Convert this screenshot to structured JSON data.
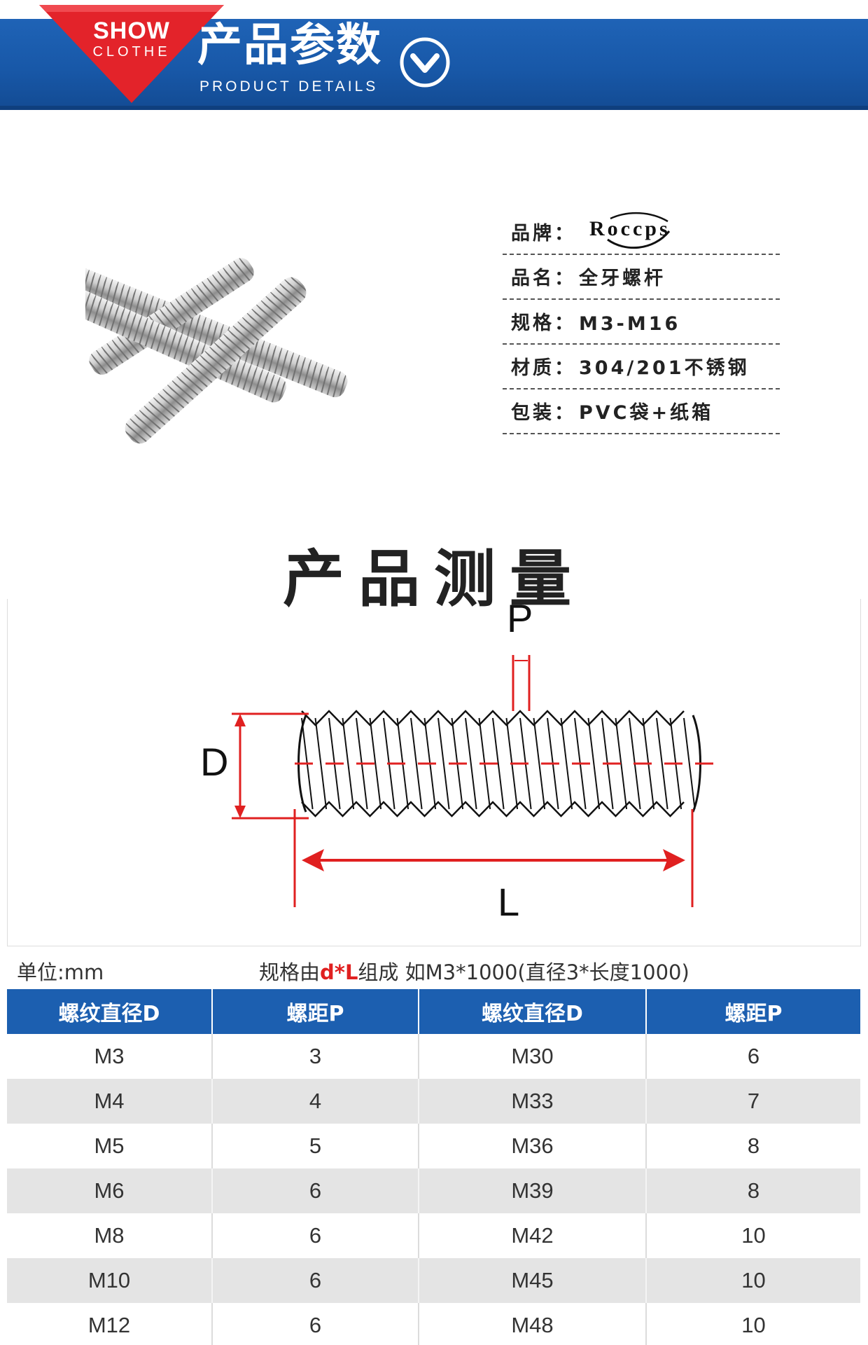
{
  "banner": {
    "badge_line1": "SHOW",
    "badge_line2": "CLOTHE",
    "title": "产品参数",
    "subtitle": "PRODUCT DETAILS",
    "icon": "chevron-down-circle-icon"
  },
  "product": {
    "photo_alt": "threaded-rods-photo",
    "info": [
      {
        "label": "品牌：",
        "value": ""
      },
      {
        "label": "品名：",
        "value": "全牙螺杆"
      },
      {
        "label": "规格：",
        "value": "M3-M16"
      },
      {
        "label": "材质：",
        "value": "304/201不锈钢"
      },
      {
        "label": "包装：",
        "value": "PVC袋+纸箱"
      }
    ],
    "brand_logo_text": "Roccps"
  },
  "measurement": {
    "title": "产品测量",
    "label_p": "P",
    "label_d": "D",
    "label_l": "L"
  },
  "note": {
    "unit": "单位:mm",
    "rule_prefix": "规格由",
    "rule_highlight": "d*L",
    "rule_suffix": "组成 如M3*1000(直径3*长度1000)"
  },
  "table": {
    "headers": [
      "螺纹直径D",
      "螺距P",
      "螺纹直径D",
      "螺距P"
    ],
    "rows": [
      [
        "M3",
        "3",
        "M30",
        "6"
      ],
      [
        "M4",
        "4",
        "M33",
        "7"
      ],
      [
        "M5",
        "5",
        "M36",
        "8"
      ],
      [
        "M6",
        "6",
        "M39",
        "8"
      ],
      [
        "M8",
        "6",
        "M42",
        "10"
      ],
      [
        "M10",
        "6",
        "M45",
        "10"
      ],
      [
        "M12",
        "6",
        "M48",
        "10"
      ]
    ]
  },
  "colors": {
    "banner_blue": "#1c5fb0",
    "badge_red": "#e3232a",
    "dimension_red": "#e02020"
  }
}
